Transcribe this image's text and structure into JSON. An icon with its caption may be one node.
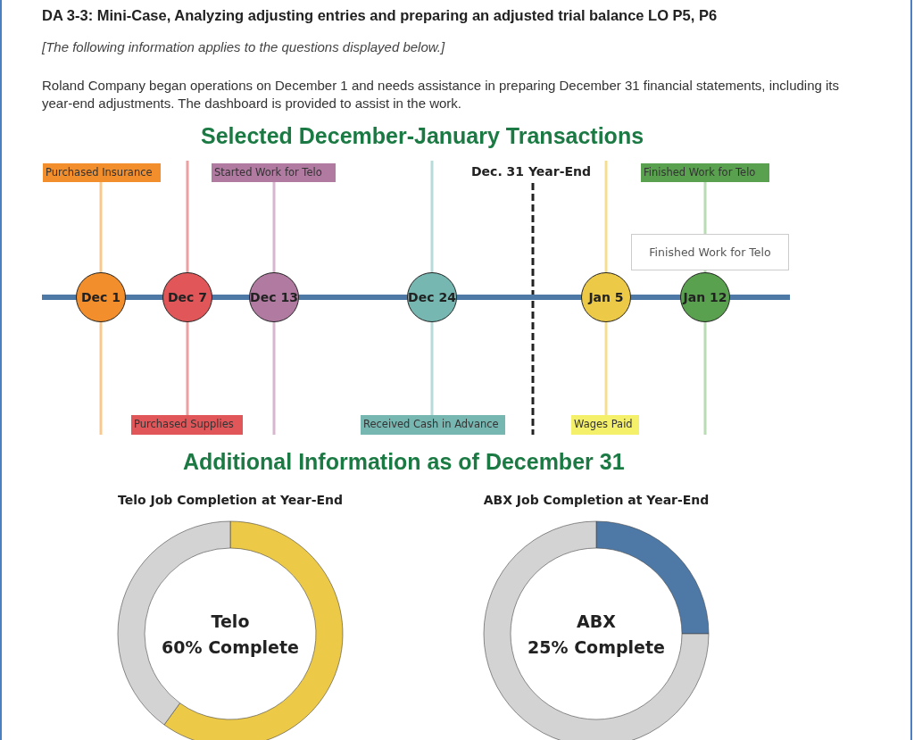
{
  "diagram": {
    "title": "DA 3-3: Mini-Case, Analyzing adjusting entries and preparing an adjusted trial balance LO P5, P6",
    "nodes": [
      {
        "text": [
          "Purchased Insurance"
        ]
      },
      {
        "text": [
          "Started Work for Telo"
        ]
      },
      {
        "text": [
          "Finished Work for Telo"
        ]
      },
      {
        "text": [
          "Dec 1"
        ]
      },
      {
        "text": [
          "Dec 7"
        ]
      },
      {
        "text": [
          "Dec 13"
        ]
      },
      {
        "text": [
          "Dec 24"
        ]
      },
      {
        "text": [
          "Jan 5"
        ]
      },
      {
        "text": [
          "Jan 12"
        ]
      },
      {
        "text": [
          "Purchased Supplies"
        ]
      },
      {
        "text": [
          "Received Cash in Advance"
        ]
      },
      {
        "text": [
          "Wages Paid"
        ]
      }
    ],
    "edges": [
      {
        "from": 0,
        "to": 3,
        "arrow": "none"
      },
      {
        "from": 1,
        "to": 5,
        "arrow": "none"
      },
      {
        "from": 2,
        "to": 8,
        "arrow": "none"
      },
      {
        "from": 4,
        "to": 9,
        "arrow": "none"
      },
      {
        "from": 6,
        "to": 10,
        "arrow": "none"
      },
      {
        "from": 7,
        "to": 11,
        "arrow": "none"
      }
    ],
    "labels": [
      "[The following information applies to the questions displayed below.]",
      "Roland Company began operations on December 1 and needs assistance in preparing December 31 financial statements, including its year-end adjustments. The dashboard is provided to assist in the work.",
      "Selected December-January Transactions",
      "Dec. 31 Year-End",
      "Finished Work for Telo",
      "Additional Information as of December 31"
    ],
    "chart_data": [
      {
        "type": "donut",
        "title": "Telo Job Completion at Year-End",
        "categories": [
          null,
          null
        ],
        "values": [
          60,
          40
        ],
        "annotations": [
          "Telo",
          "60% Complete"
        ]
      },
      {
        "type": "donut",
        "title": "ABX Job Completion at Year-End",
        "categories": [
          null,
          null
        ],
        "values": [
          25,
          75
        ],
        "annotations": [
          "ABX",
          "25% Complete"
        ]
      }
    ]
  }
}
